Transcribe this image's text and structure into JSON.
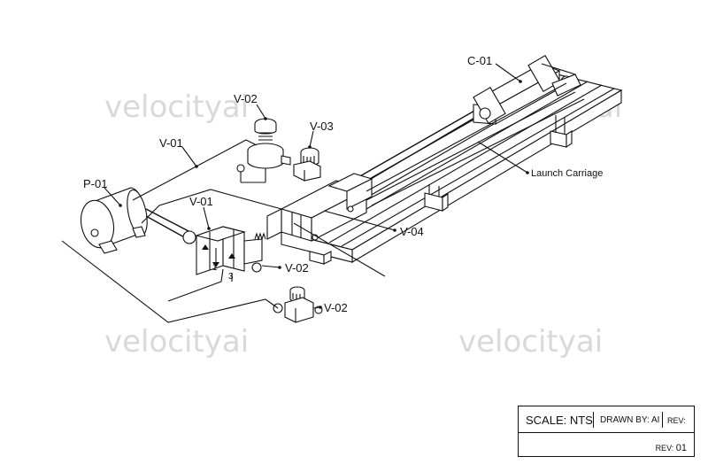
{
  "watermarks": [
    "velocityai",
    "velocityai",
    "velocityai",
    "velocityai"
  ],
  "labels": {
    "c01": "C-01",
    "v02_top": "V-02",
    "v03": "V-03",
    "v01_top": "V-01",
    "launch_carriage": "Launch Carriage",
    "p01": "P-01",
    "v01_valve": "V-01",
    "v04": "V-04",
    "v02_right": "V-02",
    "v02_bottom": "V-02",
    "port1": "1",
    "port3": "3"
  },
  "title_block": {
    "scale": "SCALE: NTS",
    "drawn_by": "DRAWN BY: AI",
    "rev_label": "REV:",
    "rev_prefix": "REV:",
    "rev_value": "01"
  }
}
